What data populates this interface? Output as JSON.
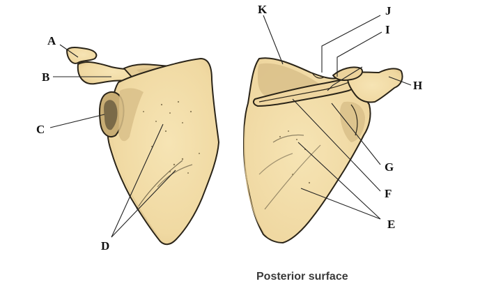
{
  "caption": "Posterior surface",
  "colors": {
    "bone_fill": "#f2deaa",
    "bone_shadow": "#e2c78e",
    "dark_detail": "#4a3f2a",
    "label_text": "#111111",
    "caption_text": "#3a3a3a"
  },
  "labels": {
    "A": "A",
    "B": "B",
    "C": "C",
    "D": "D",
    "E": "E",
    "F": "F",
    "G": "G",
    "H": "H",
    "I": "I",
    "J": "J",
    "K": "K"
  }
}
